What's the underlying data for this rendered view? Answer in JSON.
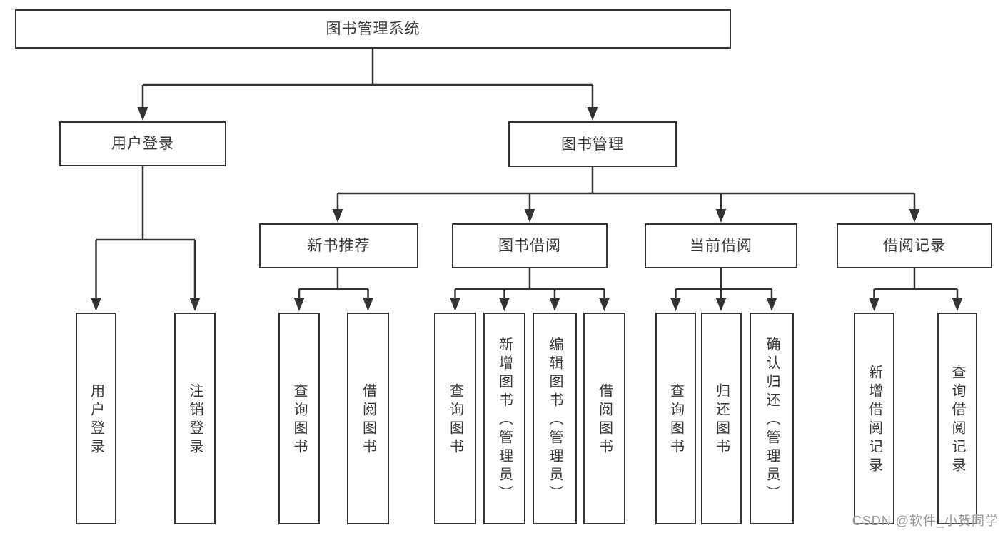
{
  "diagram": {
    "root": {
      "label": "图书管理系统"
    },
    "level2": {
      "user_login": {
        "label": "用户登录"
      },
      "book_mgmt": {
        "label": "图书管理"
      }
    },
    "level3": {
      "new_book_rec": {
        "label": "新书推荐"
      },
      "book_borrow": {
        "label": "图书借阅"
      },
      "current_borrow": {
        "label": "当前借阅"
      },
      "borrow_record": {
        "label": "借阅记录"
      }
    },
    "leaves": {
      "user_login": {
        "label": "用户登录"
      },
      "logout": {
        "label": "注销登录"
      },
      "query_book_1": {
        "label": "查询图书"
      },
      "borrow_book_1": {
        "label": "借阅图书"
      },
      "query_book_2": {
        "label": "查询图书"
      },
      "add_book": {
        "label": "新增图书（管理员）"
      },
      "edit_book": {
        "label": "编辑图书（管理员）"
      },
      "borrow_book_2": {
        "label": "借阅图书"
      },
      "query_book_3": {
        "label": "查询图书"
      },
      "return_book": {
        "label": "归还图书"
      },
      "confirm_return": {
        "label": "确认归还（管理员）"
      },
      "add_record": {
        "label": "新增借阅记录"
      },
      "query_record": {
        "label": "查询借阅记录"
      }
    }
  },
  "watermark": {
    "text": "CSDN @软件_小贺同学"
  },
  "colors": {
    "line": "#333333",
    "box_border": "#333333",
    "text": "#383838",
    "background": "#ffffff",
    "watermark": "#949494"
  }
}
